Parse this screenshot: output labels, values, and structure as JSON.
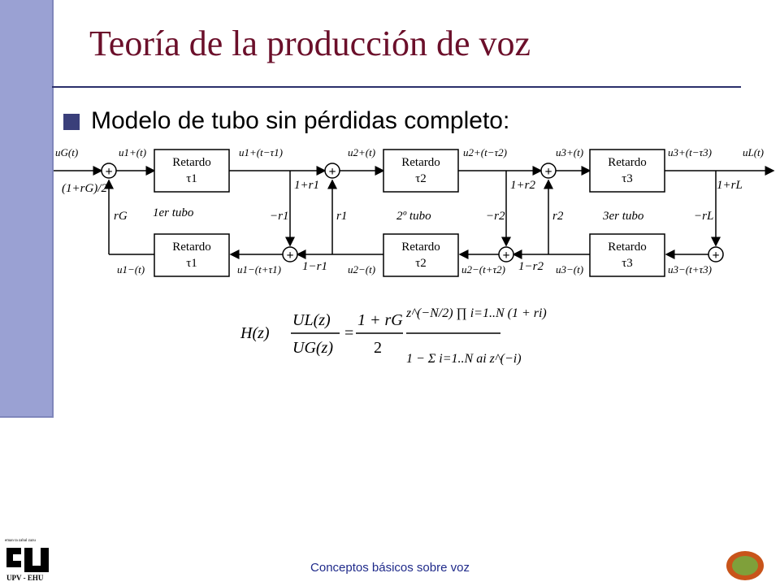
{
  "slide": {
    "title": "Teoría de la producción de voz",
    "bullet": "Modelo de tubo sin pérdidas completo:",
    "footer": "Conceptos básicos sobre voz"
  },
  "diagram": {
    "block_label": "Retardo",
    "delays": [
      "τ1",
      "τ2",
      "τ3"
    ],
    "tube_labels": [
      "1er tubo",
      "2º tubo",
      "3er tubo"
    ],
    "signals_top": [
      "uG(t)",
      "u1+(t)",
      "u1+(t−τ1)",
      "u2+(t)",
      "u2+(t−τ2)",
      "u3+(t)",
      "u3+(t−τ3)",
      "uL(t)"
    ],
    "signals_bottom": [
      "u1−(t)",
      "u1−(t+τ1)",
      "u2−(t)",
      "u2−(t+τ2)",
      "u3−(t)",
      "u3−(t+τ3)"
    ],
    "gains": [
      "(1+rG)/2",
      "rG",
      "1+r1",
      "−r1",
      "r1",
      "1−r1",
      "1+r2",
      "−r2",
      "r2",
      "1−r2",
      "1+rL",
      "−rL"
    ],
    "sum_symbol": "+"
  },
  "formula": {
    "H": "H(z)",
    "num_ratio": "UL(z)",
    "den_ratio": "UG(z)",
    "gain_num": "1 + rG",
    "gain_den": "2",
    "product": "z^(−N/2) ∏ i=1..N (1 + ri)",
    "denominator": "1 − Σ i=1..N ai z^(−i)"
  },
  "logo": {
    "tagline": "eman ta zabal zazu",
    "name": "UPV - EHU"
  },
  "colors": {
    "sidebar": "#9aa1d3",
    "title": "#6b0f2a",
    "rule": "#2b2f6b",
    "footer": "#1f2a8a"
  }
}
